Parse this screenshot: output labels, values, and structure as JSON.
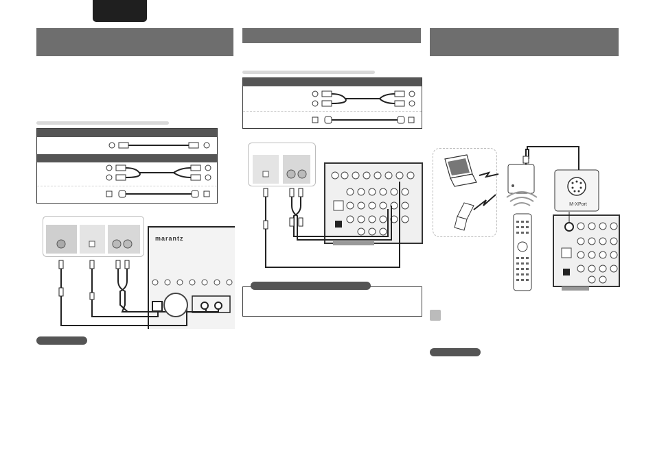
{
  "page": {
    "tab_label": "",
    "sections": [
      {
        "id": "left",
        "title": ""
      },
      {
        "id": "middle",
        "title": ""
      },
      {
        "id": "right",
        "title": ""
      }
    ]
  },
  "device_labels": {
    "brand_logo": "marantz",
    "port_label": "M-XPort"
  },
  "icons": {
    "laptop": "laptop-icon",
    "phone": "mobile-phone-icon",
    "remote": "remote-control-icon",
    "pencil": "pencil-note-icon",
    "wireless": "wireless-signal-icon"
  },
  "colors": {
    "tab": "#1f1f1f",
    "section_bar": "#6e6e6e",
    "table_header": "#555555",
    "accent_gray": "#cfcfcf"
  }
}
